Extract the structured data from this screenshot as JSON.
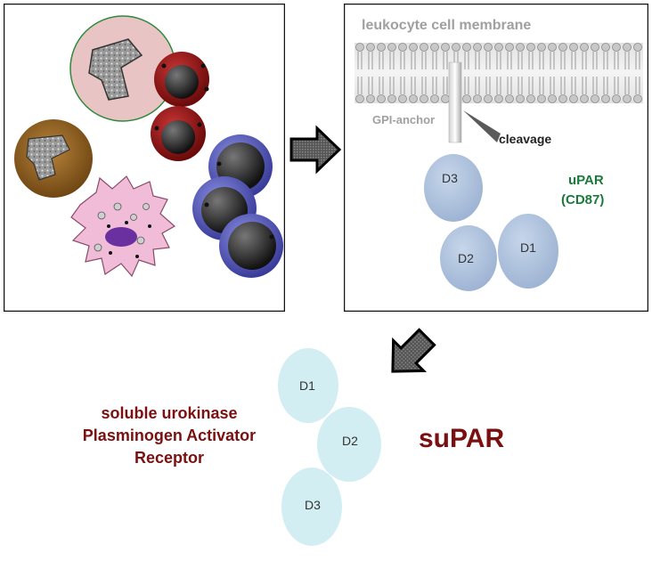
{
  "membrane_panel": {
    "membrane_label": "leukocyte cell membrane",
    "anchor_label": "GPI-anchor",
    "cleavage_label": "cleavage",
    "protein_label_line1": "uPAR",
    "protein_label_line2": "(CD87)",
    "domains": [
      "D3",
      "D2",
      "D1"
    ]
  },
  "soluble": {
    "domains": [
      "D1",
      "D2",
      "D3"
    ],
    "abbreviation": "suPAR",
    "full_name_lines": [
      "soluble urokinase",
      "Plasminogen Activator",
      "Receptor"
    ]
  },
  "colors": {
    "domain_bound": "#b4c8e0",
    "domain_soluble": "#d2eef2",
    "protein_label": "#1a7a3a",
    "supar_text": "#7a1010",
    "membrane_label": "#a0a0a0"
  }
}
